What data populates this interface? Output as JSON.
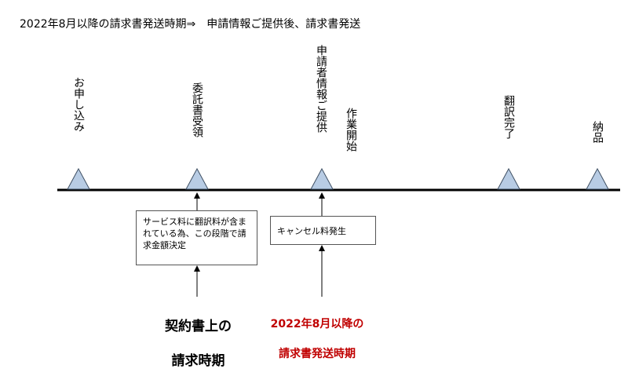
{
  "title": "2022年8月以降の請求書発送時期⇒　申請情報ご提供後、請求書発送",
  "milestones": [
    {
      "label": "お申し込み"
    },
    {
      "label": "委託書受領"
    },
    {
      "label": "申請者情報ご提供"
    },
    {
      "label": "作業開始"
    },
    {
      "label": "翻訳完了"
    },
    {
      "label": "納品"
    }
  ],
  "notes": [
    {
      "text": "サービス料に翻訳料が含まれている為、この段階で請求金額決定"
    },
    {
      "text": "キャンセル料発生"
    }
  ],
  "bottom_labels": [
    {
      "line1": "契約書上の",
      "line2": "請求時期",
      "color": "#000000"
    },
    {
      "line1": "2022年8月以降の",
      "line2": "請求書発送時期",
      "color": "#c00000"
    }
  ],
  "colors": {
    "triangle_fill": "#b8cce4",
    "triangle_stroke": "#3e4f63",
    "accent_red": "#c00000"
  }
}
